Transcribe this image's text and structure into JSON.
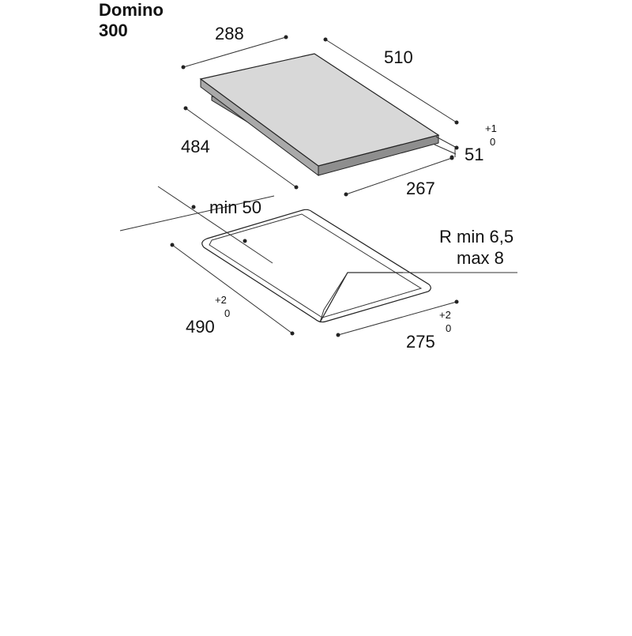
{
  "title": {
    "line1": "Domino",
    "line2": "300"
  },
  "hob_dimensions": {
    "width": "288",
    "depth": "510",
    "cutout_depth": "484",
    "cutout_width": "267",
    "height": "51",
    "height_tol_upper": "+1",
    "height_tol_lower": "0"
  },
  "cutout_dimensions": {
    "min_clearance": "min 50",
    "radius_line1": "R min 6,5",
    "radius_line2": "max 8",
    "depth": "490",
    "depth_tol_upper": "+2",
    "depth_tol_lower": "0",
    "width": "275",
    "width_tol_upper": "+2",
    "width_tol_lower": "0"
  },
  "colors": {
    "hob_top": "#d8d8d8",
    "hob_side": "#a9a9a9",
    "line": "#222222"
  }
}
